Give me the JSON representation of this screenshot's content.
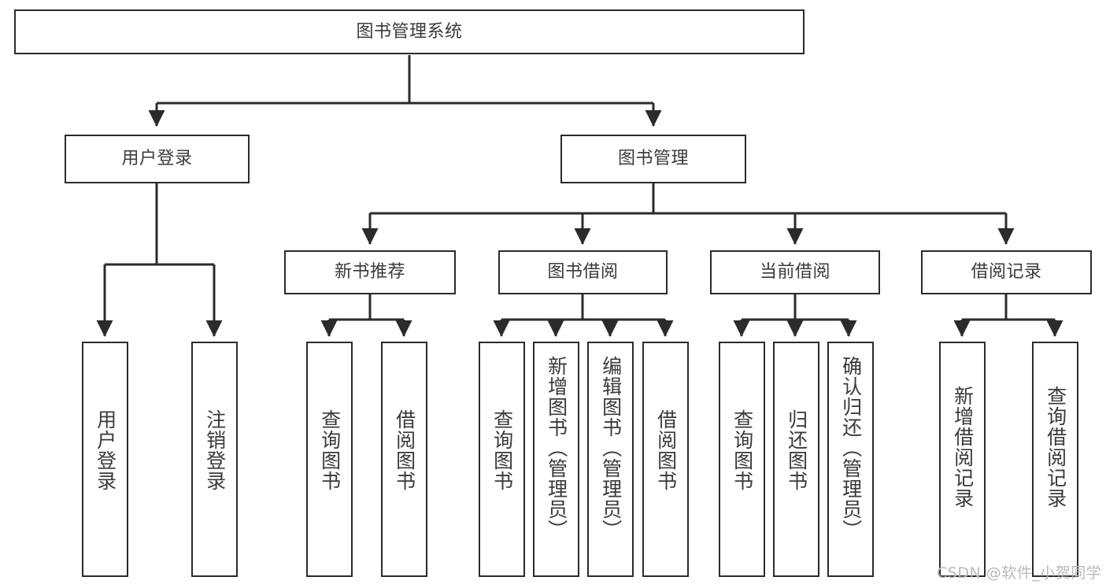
{
  "diagram": {
    "title": "图书管理系统",
    "type": "tree",
    "colors": {
      "box_border": "#2b2b2b",
      "box_fill": "#ffffff",
      "text": "#3a3a3a",
      "edge": "#2b2b2b",
      "watermark": "#b9b9b9",
      "background": "#ffffff"
    },
    "watermark": "CSDN @软件_小贺同学",
    "nodes": {
      "root": {
        "label": "图书管理系统",
        "level": 1
      },
      "n_user_login": {
        "label": "用户登录",
        "level": 2
      },
      "n_book_manage": {
        "label": "图书管理",
        "level": 2
      },
      "n_new_book_rec": {
        "label": "新书推荐",
        "level": 3
      },
      "n_book_borrow": {
        "label": "图书借阅",
        "level": 3
      },
      "n_current_borrow": {
        "label": "当前借阅",
        "level": 3
      },
      "n_borrow_record": {
        "label": "借阅记录",
        "level": 3
      },
      "l_user_login": {
        "label": "用户登录",
        "level": 4
      },
      "l_user_logout": {
        "label": "注销登录",
        "level": 4
      },
      "l_query_book_1": {
        "label": "查询图书",
        "level": 4
      },
      "l_borrow_book_1": {
        "label": "借阅图书",
        "level": 4
      },
      "l_query_book_2": {
        "label": "查询图书",
        "level": 4
      },
      "l_add_book": {
        "label": "新增图书（管理员）",
        "level": 4
      },
      "l_edit_book": {
        "label": "编辑图书（管理员）",
        "level": 4
      },
      "l_borrow_book_2": {
        "label": "借阅图书",
        "level": 4
      },
      "l_query_book_3": {
        "label": "查询图书",
        "level": 4
      },
      "l_return_book": {
        "label": "归还图书",
        "level": 4
      },
      "l_confirm_return": {
        "label": "确认归还（管理员）",
        "level": 4
      },
      "l_add_record": {
        "label": "新增借阅记录",
        "level": 4
      },
      "l_query_record": {
        "label": "查询借阅记录",
        "level": 4
      }
    },
    "edges": [
      {
        "from": "root",
        "to": "n_user_login"
      },
      {
        "from": "root",
        "to": "n_book_manage"
      },
      {
        "from": "n_user_login",
        "to": "l_user_login"
      },
      {
        "from": "n_user_login",
        "to": "l_user_logout"
      },
      {
        "from": "n_book_manage",
        "to": "n_new_book_rec"
      },
      {
        "from": "n_book_manage",
        "to": "n_book_borrow"
      },
      {
        "from": "n_book_manage",
        "to": "n_current_borrow"
      },
      {
        "from": "n_book_manage",
        "to": "n_borrow_record"
      },
      {
        "from": "n_new_book_rec",
        "to": "l_query_book_1"
      },
      {
        "from": "n_new_book_rec",
        "to": "l_borrow_book_1"
      },
      {
        "from": "n_book_borrow",
        "to": "l_query_book_2"
      },
      {
        "from": "n_book_borrow",
        "to": "l_add_book"
      },
      {
        "from": "n_book_borrow",
        "to": "l_edit_book"
      },
      {
        "from": "n_book_borrow",
        "to": "l_borrow_book_2"
      },
      {
        "from": "n_current_borrow",
        "to": "l_query_book_3"
      },
      {
        "from": "n_current_borrow",
        "to": "l_return_book"
      },
      {
        "from": "n_current_borrow",
        "to": "l_confirm_return"
      },
      {
        "from": "n_borrow_record",
        "to": "l_add_record"
      },
      {
        "from": "n_borrow_record",
        "to": "l_query_record"
      }
    ]
  }
}
